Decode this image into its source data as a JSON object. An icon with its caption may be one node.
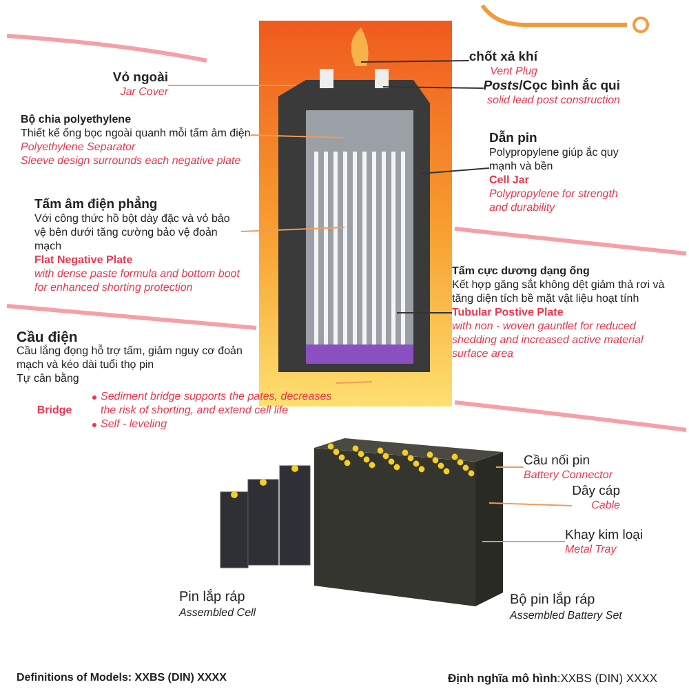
{
  "diagram": {
    "nodes": [
      {
        "text": [
          "Vỏ ngoài",
          "Jar Cover"
        ]
      },
      {
        "text": [
          "Bộ chia polyethylene",
          "Thiết kế ống bọc ngoài quanh mỗi tấm âm điện",
          "Polyethylene Separator",
          "Sleeve design surrounds each negative plate"
        ]
      },
      {
        "text": [
          "Tấm âm điện phẳng",
          "Với công thức hồ bột dày đặc và vỏ bảo vệ bên dưới tăng cường bảo vệ đoản mạch",
          "Flat Negative Plate",
          "with dense paste formula and bottom boot for enhanced shorting protection"
        ]
      },
      {
        "text": [
          "chốt xả khí",
          "Vent Plug"
        ]
      },
      {
        "text": [
          "*Posts*/Cọc bình ắc qui",
          "solid lead post construction"
        ]
      },
      {
        "text": [
          "Dẫn pin",
          "Polypropylene giúp ắc quy mạnh và bền",
          "Cell Jar",
          "Polypropylene for strength and durability"
        ]
      },
      {
        "text": [
          "Tấm cực dương dạng ống",
          "Kết hợp găng sắt không dệt giảm thả rơi và tăng diện tích bề mặt vật liệu hoạt tính",
          "Tubular Postive Plate",
          "with non - woven gauntlet for reduced shedding and increased active material surface area"
        ]
      },
      {
        "text": [
          "Cầu điện",
          "Cầu lắng đọng hỗ trợ tấm, giảm nguy cơ đoản mạch và kéo dài tuổi thọ pin",
          "Tự cân bằng",
          "Bridge",
          "Sediment bridge supports the pates, decreases the risk of shorting, and extend cell life",
          "Self - leveling"
        ]
      },
      {
        "text": [
          "Cầu nối pin",
          "Battery Connector"
        ]
      },
      {
        "text": [
          "Dây cáp",
          "Cable"
        ]
      },
      {
        "text": [
          "Khay kim loại",
          "Metal Tray"
        ]
      },
      {
        "text": [],
        "shape": "picture"
      },
      {
        "text": [],
        "shape": "picture"
      }
    ],
    "edges": [
      {
        "from": 0,
        "to": 11,
        "arrow": "none"
      },
      {
        "from": 1,
        "to": 11,
        "arrow": "none"
      },
      {
        "from": 2,
        "to": 11,
        "arrow": "none"
      },
      {
        "from": 3,
        "to": 11,
        "arrow": "none",
        "color": "#333333"
      },
      {
        "from": 4,
        "to": 11,
        "arrow": "none",
        "color": "#333333"
      },
      {
        "from": 5,
        "to": 11,
        "arrow": "none",
        "color": "#333333"
      },
      {
        "from": 6,
        "to": 11,
        "arrow": "none",
        "color": "#333333"
      },
      {
        "from": 7,
        "to": 11,
        "arrow": "none"
      },
      {
        "from": 8,
        "to": 12,
        "arrow": "none"
      },
      {
        "from": 9,
        "to": 12,
        "arrow": "none"
      },
      {
        "from": 10,
        "to": 12,
        "arrow": "none"
      }
    ],
    "labels": [
      "Pin lắp ráp",
      "Assembled Cell",
      "Bộ pin lắp ráp",
      "Assembled Battery Set",
      "Definitions of Models: XXBS (DIN) XXXX",
      "**Định nghĩa mô hình**:XXBS (DIN) XXXX"
    ]
  }
}
